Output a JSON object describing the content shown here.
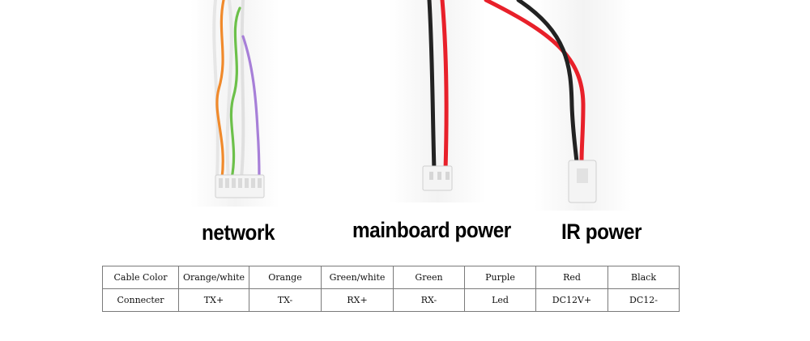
{
  "captions": {
    "network": "network",
    "mainboard_power": "mainboard power",
    "ir_power": "IR power"
  },
  "table": {
    "rows": [
      [
        "Cable Color",
        "Orange/white",
        "Orange",
        "Green/white",
        "Green",
        "Purple",
        "Red",
        "Black"
      ],
      [
        "Connecter",
        "TX+",
        "TX-",
        "RX+",
        "RX-",
        "Led",
        "DC12V+",
        "DC12-"
      ]
    ]
  },
  "colors": {
    "orange": "#f08a2c",
    "green": "#6cc04a",
    "purple": "#a77fd8",
    "red": "#e8202a",
    "black": "#222222",
    "connector": "#f2f2f2"
  }
}
